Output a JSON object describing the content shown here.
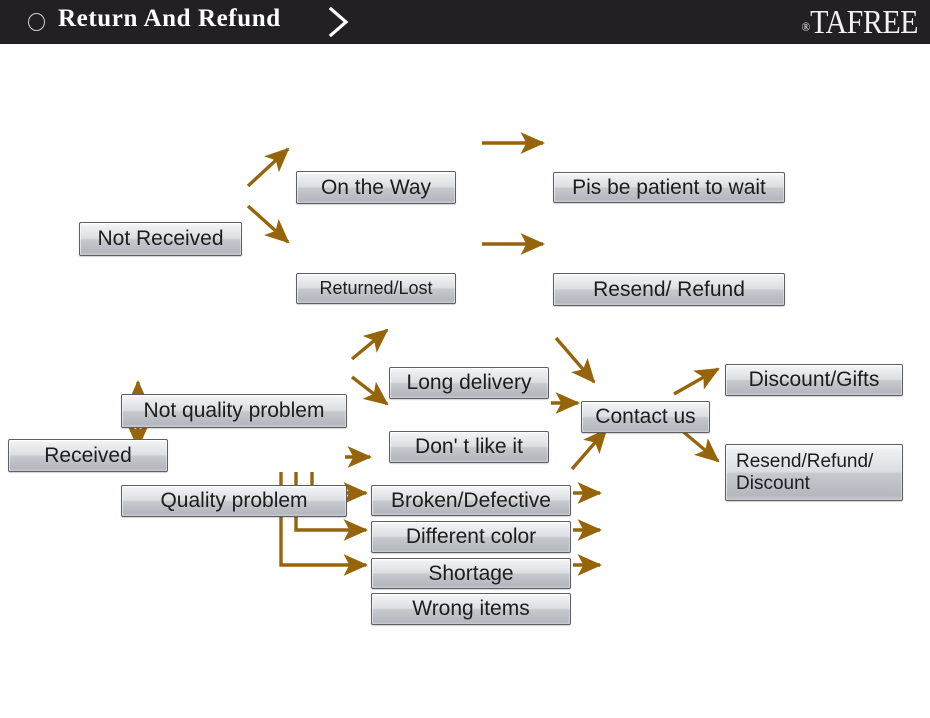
{
  "header": {
    "title": "Return And Refund",
    "circle_icon": "circle-outline-icon",
    "chevron_icon": "chevron-right-icon",
    "brand": "TAFREE",
    "brand_reg_mark": "®",
    "background_color": "#222023",
    "text_color": "#ffffff"
  },
  "theme": {
    "page_background": "#ffffff",
    "arrow_color": "#96650b",
    "node_border_color": "#5f5f62",
    "node_text_color": "#1d1d20"
  },
  "diagram": {
    "type": "flowchart",
    "flows": [
      {
        "id": "not-received-flow",
        "root": "Not Received",
        "branches": [
          {
            "condition": "On the Way",
            "outcome": "Pis be patient to wait"
          },
          {
            "condition": "Returned/Lost",
            "outcome": "Resend/ Refund"
          }
        ]
      },
      {
        "id": "received-flow",
        "root": "Received",
        "branches": [
          {
            "condition": "Not quality problem",
            "reasons": [
              "Long delivery",
              "Don' t like it"
            ],
            "action": "Contact us"
          },
          {
            "condition": "Quality problem",
            "reasons": [
              "Broken/Defective",
              "Different color",
              "Shortage",
              "Wrong items"
            ],
            "action": "Contact us"
          }
        ],
        "outcomes": [
          "Discount/Gifts",
          "Resend/Refund/\nDiscount"
        ]
      }
    ],
    "nodes": {
      "not_received": "Not Received",
      "on_the_way": "On the Way",
      "returned_lost": "Returned/Lost",
      "be_patient": "Pis be patient to wait",
      "resend_refund": "Resend/ Refund",
      "received": "Received",
      "not_quality_problem": "Not quality problem",
      "quality_problem": "Quality problem",
      "long_delivery": "Long delivery",
      "dont_like_it": "Don' t like it",
      "broken_defective": "Broken/Defective",
      "different_color": "Different color",
      "shortage": "Shortage",
      "wrong_items": "Wrong items",
      "contact_us": "Contact us",
      "discount_gifts": "Discount/Gifts",
      "resend_refund_discount": "Resend/Refund/\nDiscount"
    }
  }
}
